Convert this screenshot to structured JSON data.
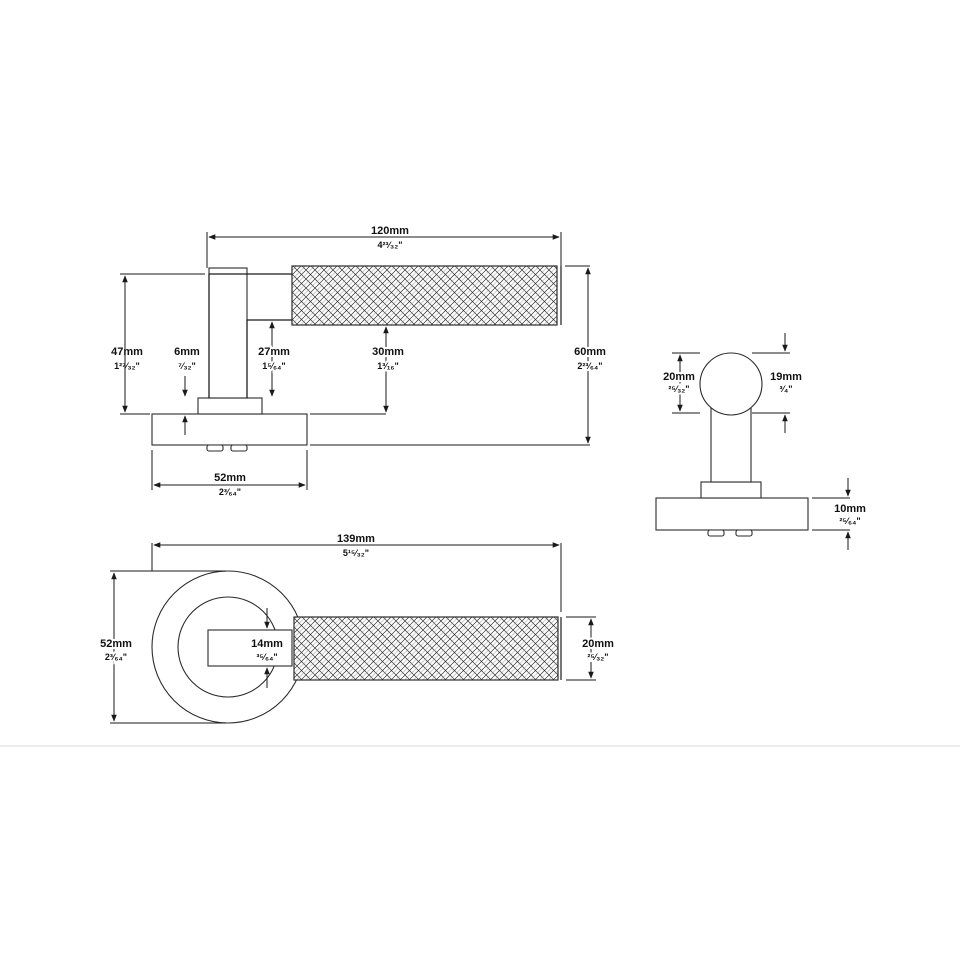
{
  "colors": {
    "line": "#1a1a1a",
    "knurl": "#333333",
    "frame": "#e6e6e6"
  },
  "side_view": {
    "lever_length": {
      "mm": "120mm",
      "inch": "4²³⁄₃₂\""
    },
    "lever_height": {
      "mm": "47mm",
      "inch": "1²⁷⁄₃₂\""
    },
    "rose_thickness": {
      "mm": "6mm",
      "inch": "⁷⁄₃₂\""
    },
    "neck_height": {
      "mm": "27mm",
      "inch": "1⁵⁄₆₄\""
    },
    "grip_clearance": {
      "mm": "30mm",
      "inch": "1³⁄₁₆\""
    },
    "overall_projection": {
      "mm": "60mm",
      "inch": "2²³⁄₆₄\""
    },
    "rose_diameter": {
      "mm": "52mm",
      "inch": "2³⁄₆₄\""
    }
  },
  "end_view": {
    "grip_diameter": {
      "mm": "20mm",
      "inch": "²⁵⁄₃₂\""
    },
    "neck_diameter": {
      "mm": "19mm",
      "inch": "³⁄₄\""
    },
    "rose_height": {
      "mm": "10mm",
      "inch": "²⁵⁄₆₄\""
    }
  },
  "top_view": {
    "overall_length": {
      "mm": "139mm",
      "inch": "5¹⁵⁄₃₂\""
    },
    "rose_diameter": {
      "mm": "52mm",
      "inch": "2³⁄₆₄\""
    },
    "neck_width": {
      "mm": "14mm",
      "inch": "³⁵⁄₆₄\""
    },
    "grip_width": {
      "mm": "20mm",
      "inch": "²⁵⁄₃₂\""
    }
  }
}
